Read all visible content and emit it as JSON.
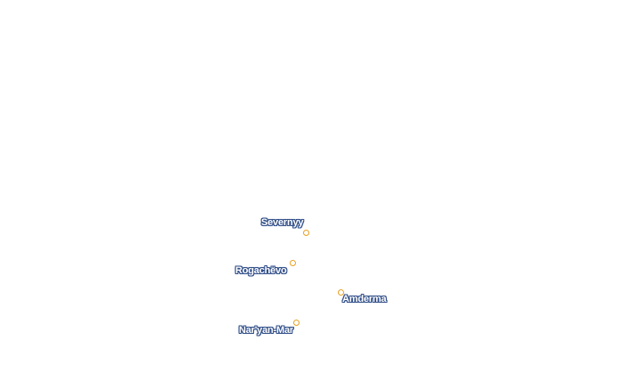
{
  "places": [
    {
      "id": "severnyy",
      "name": "Severnyy"
    },
    {
      "id": "rogachevo",
      "name": "Rogachëvo"
    },
    {
      "id": "amderma",
      "name": "Amderma"
    },
    {
      "id": "naryanmar",
      "name": "Nar'yan-Mar"
    }
  ],
  "colors": {
    "background": "#ffffff",
    "label_fill": "#ffffff",
    "label_halo": "#33508a",
    "marker_stroke": "#e8a020"
  }
}
